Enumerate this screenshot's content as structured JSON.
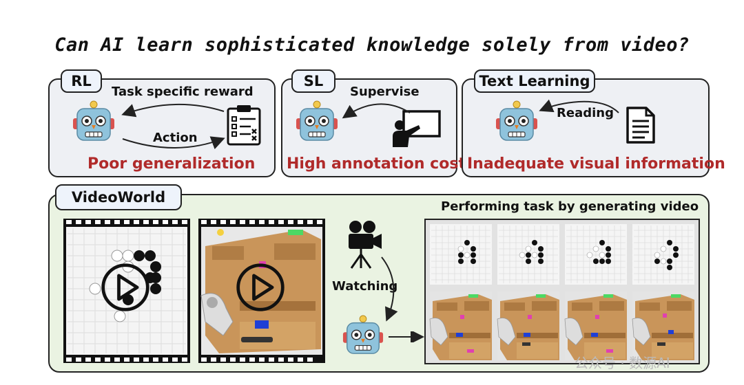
{
  "title": "Can AI learn sophisticated knowledge solely from video?",
  "panels": {
    "rl": {
      "tag": "RL",
      "top_label": "Task specific reward",
      "bottom_label": "Action",
      "problem": "Poor generalization"
    },
    "sl": {
      "tag": "SL",
      "top_label": "Supervise",
      "problem": "High annotation cost"
    },
    "text": {
      "tag": "Text Learning",
      "top_label": "Reading",
      "problem": "Inadequate visual information"
    }
  },
  "videoworld": {
    "tag": "VideoWorld",
    "watching_label": "Watching",
    "result_title": "Performing task by generating video"
  },
  "watermark": "公众号 · 数源AI",
  "icons": {
    "robot": "robot-icon",
    "clipboard": "clipboard-icon",
    "teacher": "teacher-board-icon",
    "document": "document-icon",
    "camera": "movie-camera-icon",
    "play": "play-icon"
  },
  "colors": {
    "problem_text": "#b02a2a",
    "panel_bg": "#eef0f4",
    "videoworld_bg": "#eaf3e2",
    "robot_blue": "#8fc3dc"
  }
}
